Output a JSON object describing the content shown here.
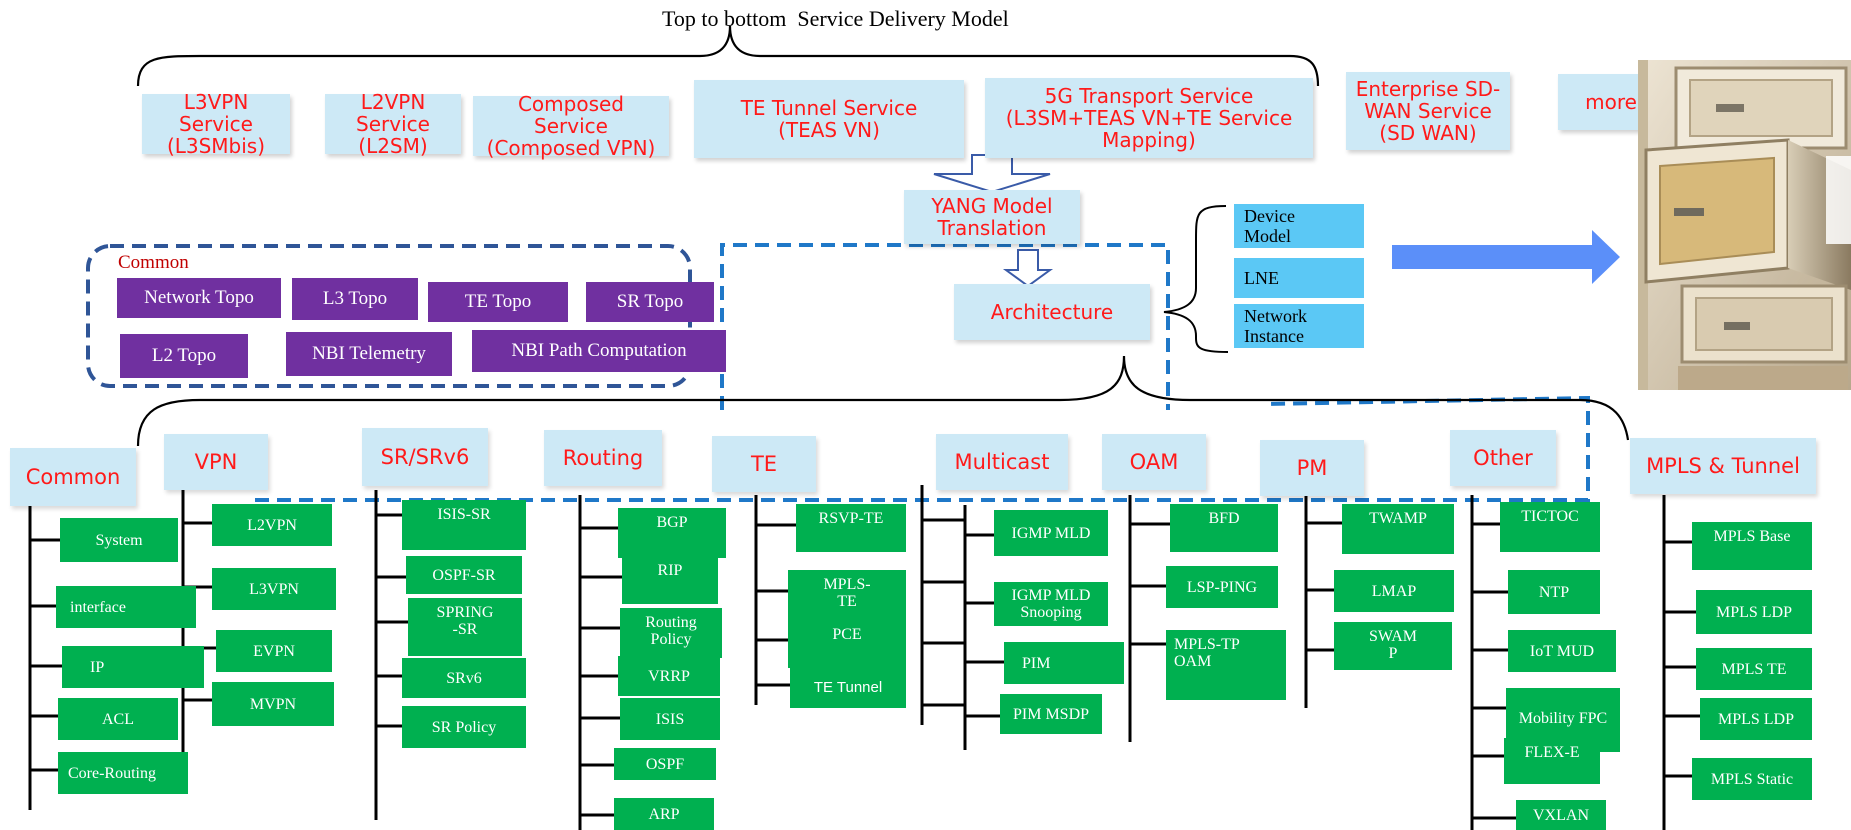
{
  "title": "Top to bottom  Service Delivery Model",
  "services": [
    {
      "label": "L3VPN\nService\n(L3SMbis)"
    },
    {
      "label": "L2VPN\nService\n(L2SM)"
    },
    {
      "label": "Composed\nService\n(Composed VPN)"
    },
    {
      "label": "TE Tunnel Service\n(TEAS VN)"
    },
    {
      "label": "5G Transport Service\n(L3SM+TEAS VN+TE Service\nMapping)"
    },
    {
      "label": "Enterprise SD-\nWAN Service\n(SD WAN)"
    },
    {
      "label": "more"
    }
  ],
  "translation": {
    "label": "YANG Model\nTranslation"
  },
  "architecture": {
    "label": "Architecture"
  },
  "architecture_items": [
    {
      "label": "Device\nModel"
    },
    {
      "label": "LNE"
    },
    {
      "label": "Network\nInstance"
    }
  ],
  "common_group": {
    "title": "Common",
    "items": [
      {
        "label": "Network Topo"
      },
      {
        "label": "L3 Topo"
      },
      {
        "label": "TE Topo"
      },
      {
        "label": "SR Topo"
      },
      {
        "label": "L2 Topo"
      },
      {
        "label": "NBI Telemetry"
      },
      {
        "label": "NBI Path Computation"
      }
    ]
  },
  "categories": [
    {
      "label": "Common",
      "items": [
        "System",
        "interface",
        "IP",
        "ACL",
        "Core-Routing"
      ]
    },
    {
      "label": "VPN",
      "items": [
        "L2VPN",
        "L3VPN",
        "EVPN",
        "MVPN"
      ]
    },
    {
      "label": "SR/SRv6",
      "items": [
        "ISIS-SR",
        "OSPF-SR",
        "SPRING\n-SR",
        "SRv6",
        "SR Policy"
      ]
    },
    {
      "label": "Routing",
      "items": [
        "BGP",
        "RIP",
        "Routing\nPolicy",
        "VRRP",
        "ISIS",
        "OSPF",
        "ARP"
      ]
    },
    {
      "label": "TE",
      "items": [
        "RSVP-TE",
        "MPLS-\nTE",
        "PCE",
        "TE Tunnel"
      ]
    },
    {
      "label": "Multicast",
      "items": [
        "IGMP MLD",
        "IGMP MLD\nSnooping",
        "PIM",
        "PIM MSDP"
      ]
    },
    {
      "label": "OAM",
      "items": [
        "BFD",
        "LSP-PING",
        "MPLS-TP\nOAM"
      ]
    },
    {
      "label": "PM",
      "items": [
        "TWAMP",
        "LMAP",
        "SWAM\nP"
      ]
    },
    {
      "label": "Other",
      "items": [
        "TICTOC",
        "NTP",
        "IoT MUD",
        "Mobility FPC",
        "FLEX-E",
        "VXLAN"
      ]
    },
    {
      "label": "MPLS & Tunnel",
      "items": [
        "MPLS Base",
        "MPLS LDP",
        "MPLS TE",
        "MPLS LDP",
        "MPLS Static"
      ]
    }
  ],
  "colors": {
    "service_fill": "#cde9f6",
    "service_text": "#ff1a1a",
    "leaf_fill": "#00b050",
    "group_fill": "#7030a0",
    "arch_item_fill": "#5bc8f5",
    "dashed_border_dark": "#2f5597",
    "dashed_border_blue": "#1f78c8",
    "arrow": "#5b8ff9"
  },
  "photo": {
    "icon": "cabinet-drawers-photo"
  }
}
